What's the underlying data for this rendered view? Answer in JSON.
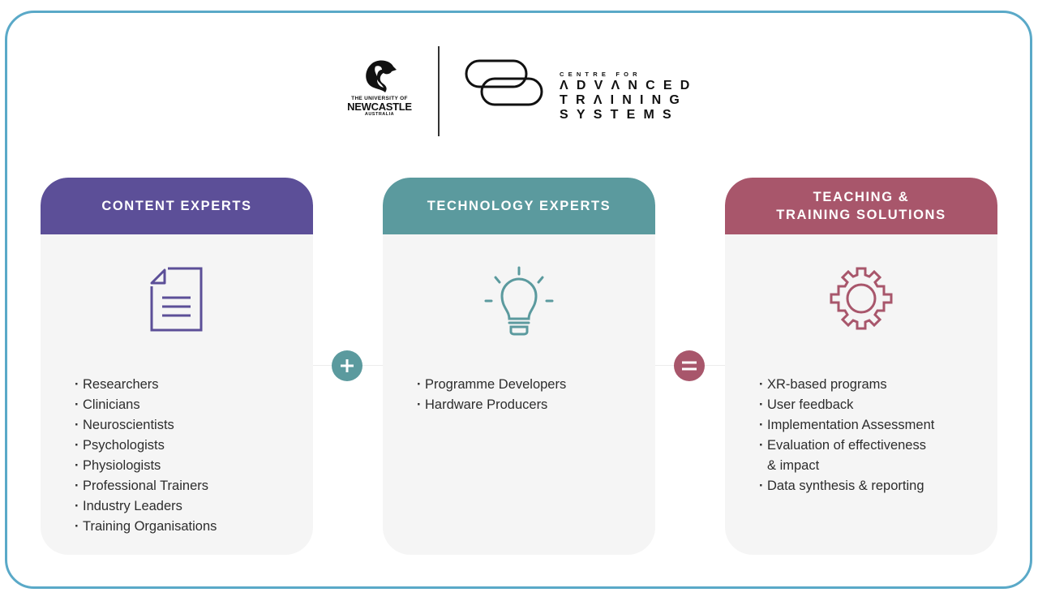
{
  "colors": {
    "frame_border": "#5aa9c8",
    "content_experts": "#5c4f98",
    "technology_experts": "#5b9a9e",
    "teaching_solutions": "#a8566b",
    "card_bg": "#f5f5f5",
    "plus_badge": "#5b9a9e",
    "equals_badge": "#a8566b"
  },
  "header": {
    "university_logo": {
      "line1": "THE UNIVERSITY OF",
      "line2": "NEWCASTLE",
      "line3": "AUSTRALIA",
      "icon": "seahorse-crest-icon"
    },
    "centre_logo": {
      "icon": "interlocked-loops-icon",
      "line1": "CENTRE FOR",
      "line2": "ΛDVΛNCED",
      "line3": "TRΛINING",
      "line4": "SYSTEMS"
    }
  },
  "cards": [
    {
      "title": "CONTENT EXPERTS",
      "icon": "document-icon",
      "items": [
        "Researchers",
        "Clinicians",
        "Neuroscientists",
        "Psychologists",
        "Physiologists",
        "Professional Trainers",
        "Industry Leaders",
        "Training Organisations"
      ]
    },
    {
      "title": "TECHNOLOGY EXPERTS",
      "icon": "lightbulb-icon",
      "items": [
        "Programme Developers",
        "Hardware Producers"
      ]
    },
    {
      "title_line1": "TEACHING &",
      "title_line2": "TRAINING SOLUTIONS",
      "icon": "gear-icon",
      "items": [
        "XR-based programs",
        "User feedback",
        "Implementation Assessment",
        "Evaluation of effectiveness",
        "& impact",
        "Data synthesis & reporting"
      ]
    }
  ],
  "operators": {
    "first": "plus-icon",
    "second": "equals-icon"
  }
}
